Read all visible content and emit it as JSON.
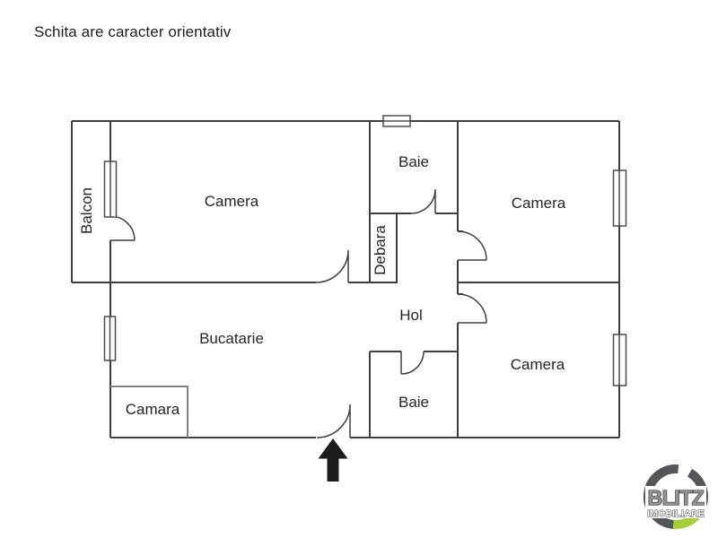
{
  "title": "Schita are caracter orientativ",
  "plan": {
    "rooms": [
      {
        "id": "balcon",
        "label": "Balcon"
      },
      {
        "id": "camera-top-left",
        "label": "Camera"
      },
      {
        "id": "baie-top",
        "label": "Baie"
      },
      {
        "id": "debara",
        "label": "Debara"
      },
      {
        "id": "camera-top-right",
        "label": "Camera"
      },
      {
        "id": "hol",
        "label": "Hol"
      },
      {
        "id": "bucatarie",
        "label": "Bucatarie"
      },
      {
        "id": "camara",
        "label": "Camara"
      },
      {
        "id": "baie-bottom",
        "label": "Baie"
      },
      {
        "id": "camera-bottom-right",
        "label": "Camera"
      }
    ]
  },
  "logo": {
    "brand": "BLITZ",
    "subtitle": "IMOBILIARE",
    "ring_color": "#55565a",
    "accent_color": "#a6ce38"
  },
  "colors": {
    "background": "#ffffff",
    "wall": "#3e3e40",
    "light_wall": "#828282",
    "text": "#1f1f1f"
  }
}
